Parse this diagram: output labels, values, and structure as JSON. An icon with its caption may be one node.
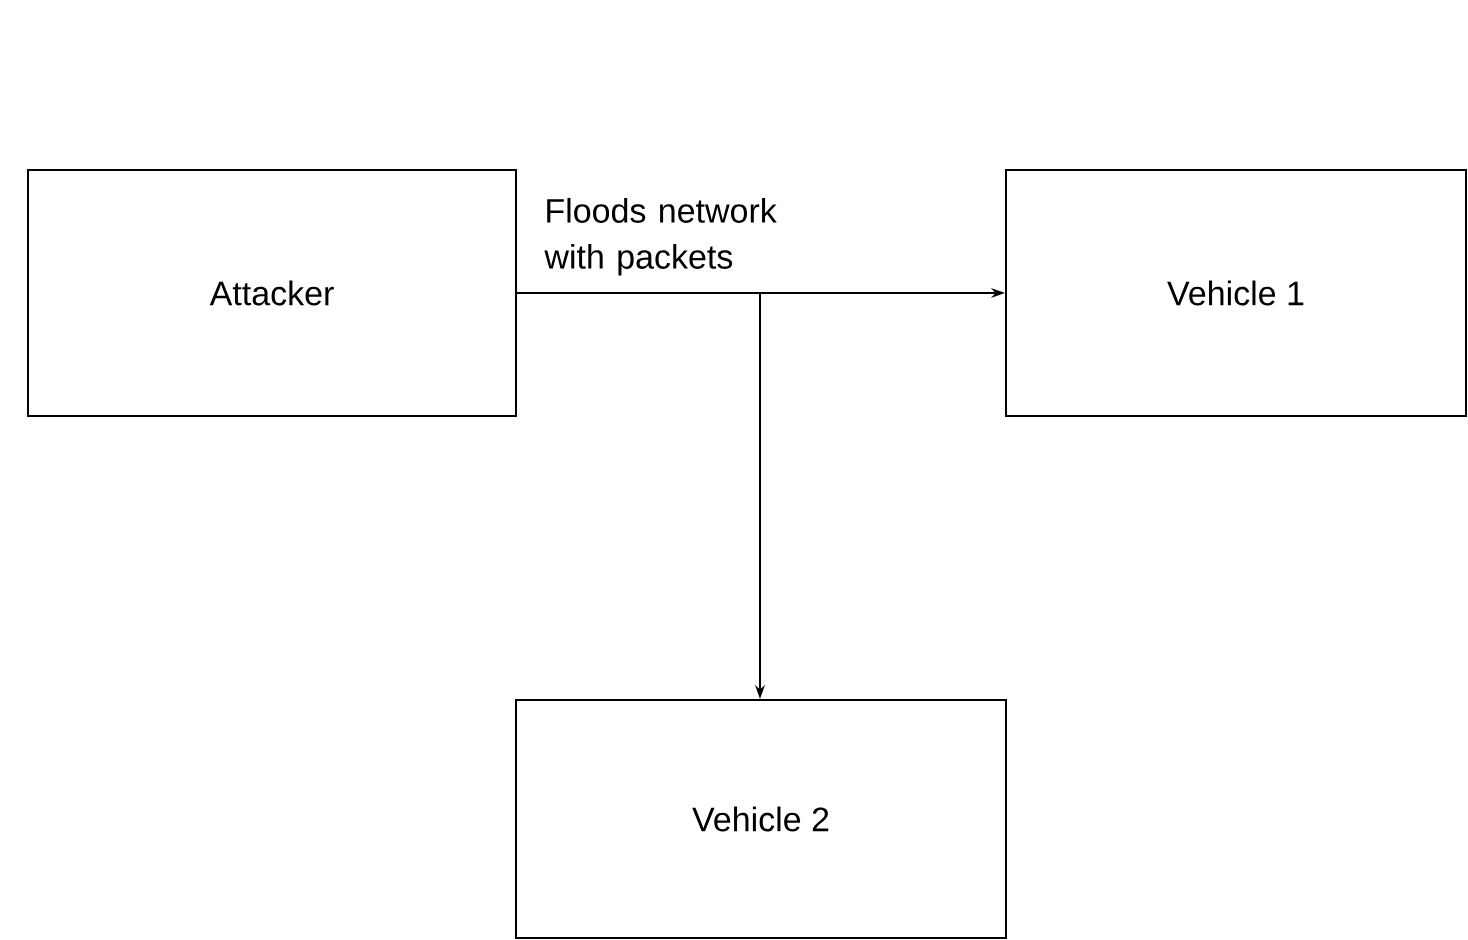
{
  "diagram": {
    "nodes": [
      {
        "text": [
          "Attacker"
        ]
      },
      {
        "text": [
          "Vehicle 1"
        ]
      },
      {
        "text": [
          "Vehicle 2"
        ]
      }
    ],
    "edges": [
      {
        "from": 0,
        "to": 1,
        "arrow": "to",
        "label": "Floods network with packets"
      },
      {
        "from": 0,
        "to": 2,
        "arrow": "to"
      }
    ]
  }
}
